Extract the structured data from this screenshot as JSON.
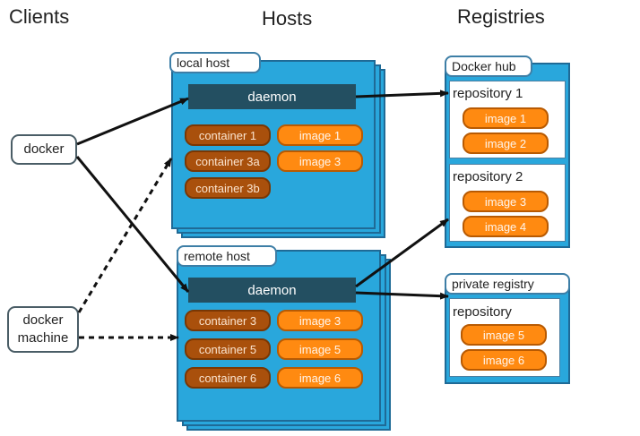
{
  "headings": {
    "clients": "Clients",
    "hosts": "Hosts",
    "registries": "Registries"
  },
  "clients": [
    {
      "label": "docker"
    },
    {
      "label": "docker\nmachine"
    }
  ],
  "local_host": {
    "tab": "local host",
    "daemon": "daemon",
    "containers": [
      "container 1",
      "container 3a",
      "container 3b"
    ],
    "images": [
      "image 1",
      "image 3"
    ]
  },
  "remote_host": {
    "tab": "remote host",
    "daemon": "daemon",
    "containers": [
      "container 3",
      "container 5",
      "container 6"
    ],
    "images": [
      "image 3",
      "image 5",
      "image 6"
    ]
  },
  "docker_hub": {
    "tab": "Docker hub",
    "repositories": [
      {
        "name": "repository 1",
        "images": [
          "image 1",
          "image 2"
        ]
      },
      {
        "name": "repository 2",
        "images": [
          "image 3",
          "image 4"
        ]
      }
    ]
  },
  "private_registry": {
    "tab": "private registry",
    "repository": {
      "name": "repository",
      "images": [
        "image 5",
        "image 6"
      ]
    }
  },
  "colors": {
    "host_fill": "#29a7dc",
    "daemon_fill": "#234f61",
    "container_fill": "#a9500c",
    "image_fill": "#ff8a11"
  }
}
